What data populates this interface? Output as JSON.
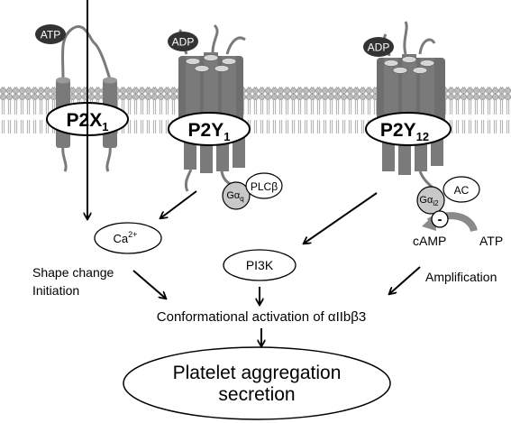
{
  "receptors": {
    "p2x1": {
      "name": "P2X",
      "sub": "1",
      "ligand": "ATP"
    },
    "p2y1": {
      "name": "P2Y",
      "sub": "1",
      "ligand": "ADP",
      "g_protein": "Gα",
      "g_sub": "q",
      "effector": "PLCβ"
    },
    "p2y12": {
      "name": "P2Y",
      "sub": "12",
      "ligand": "ADP",
      "g_protein": "Gα",
      "g_sub": "i2",
      "effector": "AC",
      "inhibit_sign": "-",
      "product": "cAMP",
      "substrate": "ATP"
    }
  },
  "nodes": {
    "calcium": {
      "base": "Ca",
      "sup": "2+"
    },
    "pi3k": "PI3K",
    "shape_change": [
      "Shape change",
      "Initiation"
    ],
    "amplification": "Amplification",
    "activation": {
      "prefix": "Conformational activation of ",
      "integrin": "αIIbβ3"
    },
    "outcome": [
      "Platelet aggregation",
      "secretion"
    ]
  },
  "colors": {
    "membrane_head": "#bdbdbd",
    "membrane_tail": "#9a9a9a",
    "helix": "#7a7a7a",
    "helix_top": "#d6d6d6",
    "ligand": "#333333",
    "g_protein": "#c8c8c8"
  }
}
